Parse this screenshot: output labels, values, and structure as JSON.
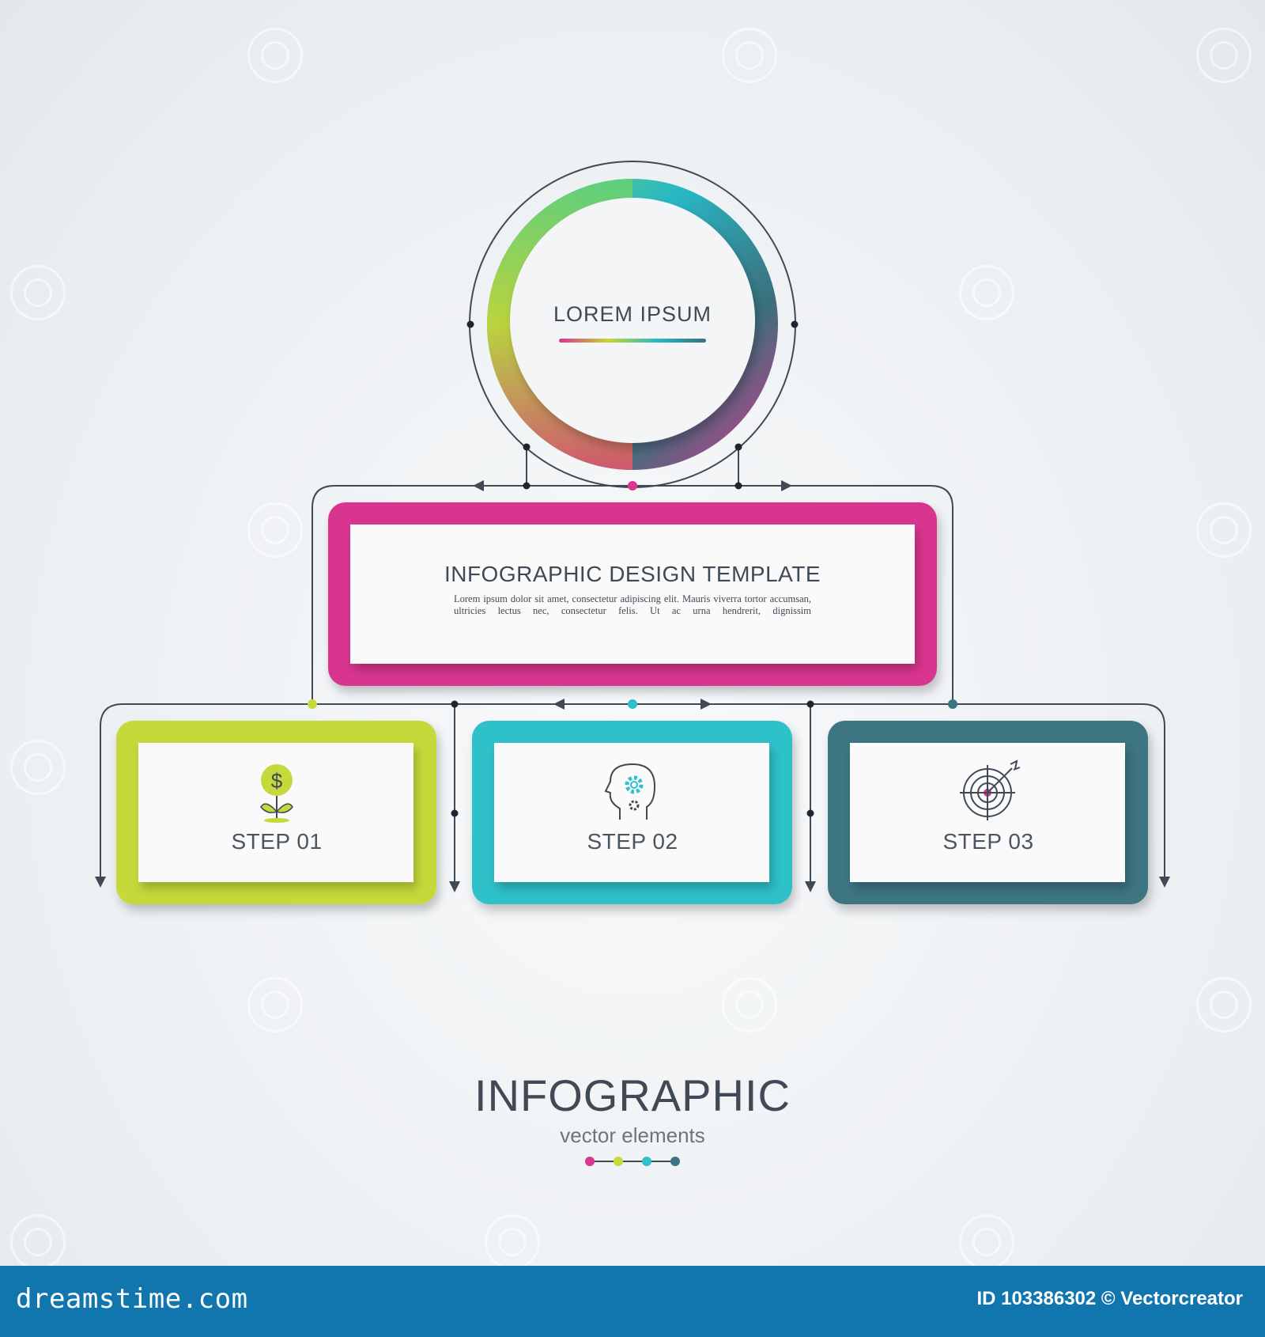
{
  "hub": {
    "title": "LOREM IPSUM"
  },
  "main_box": {
    "title": "INFOGRAPHIC DESIGN TEMPLATE",
    "body": "Lorem ipsum dolor sit amet, consectetur adipiscing elit. Mauris viverra tortor accumsan, ultricies lectus nec, consectetur felis. Ut ac urna hendrerit, dignissim"
  },
  "steps": [
    {
      "label": "STEP 01",
      "icon": "money-plant-icon",
      "color": "#c5d93a"
    },
    {
      "label": "STEP 02",
      "icon": "head-gears-icon",
      "color": "#2ec1c9"
    },
    {
      "label": "STEP 03",
      "icon": "target-arrow-icon",
      "color": "#3c7582"
    }
  ],
  "footer_title": {
    "title": "INFOGRAPHIC",
    "subtitle": "vector elements"
  },
  "colors": {
    "magenta": "#d9368f",
    "lime": "#c5d93a",
    "cyan": "#2ec1c9",
    "teal": "#3c7582",
    "line": "#3f4a56"
  },
  "watermark": {
    "brand": "dreamstime.com",
    "credit": "ID 103386302 © Vectorcreator"
  }
}
